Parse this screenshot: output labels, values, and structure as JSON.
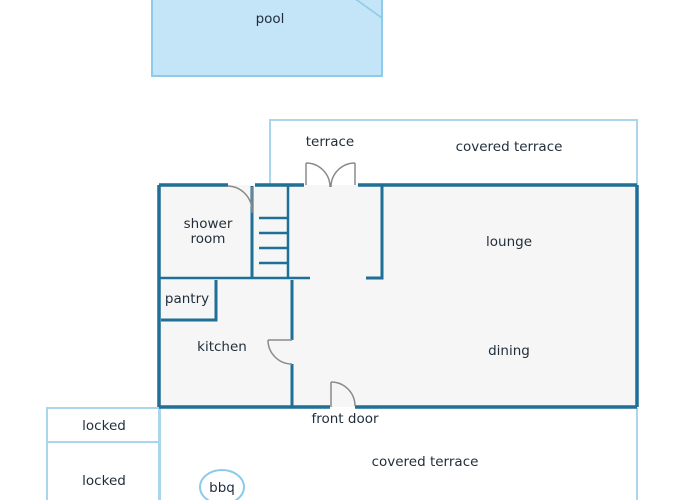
{
  "labels": {
    "pool": "pool",
    "terrace": "terrace",
    "covered_terrace_top": "covered terrace",
    "shower_room_line1": "shower",
    "shower_room_line2": "room",
    "lounge": "lounge",
    "pantry": "pantry",
    "kitchen": "kitchen",
    "dining": "dining",
    "front_door": "front door",
    "locked_1": "locked",
    "locked_2": "locked",
    "covered_terrace_bottom": "covered terrace",
    "bbq": "bbq"
  },
  "colors": {
    "wall": "#1f6f96",
    "light_outline": "#a9d6ea",
    "pool_fill": "#c4e4f7",
    "pool_stroke": "#8ccbe9",
    "interior_fill": "#f6f6f6",
    "door": "#8a8a8a",
    "text": "#1f2d3a"
  }
}
